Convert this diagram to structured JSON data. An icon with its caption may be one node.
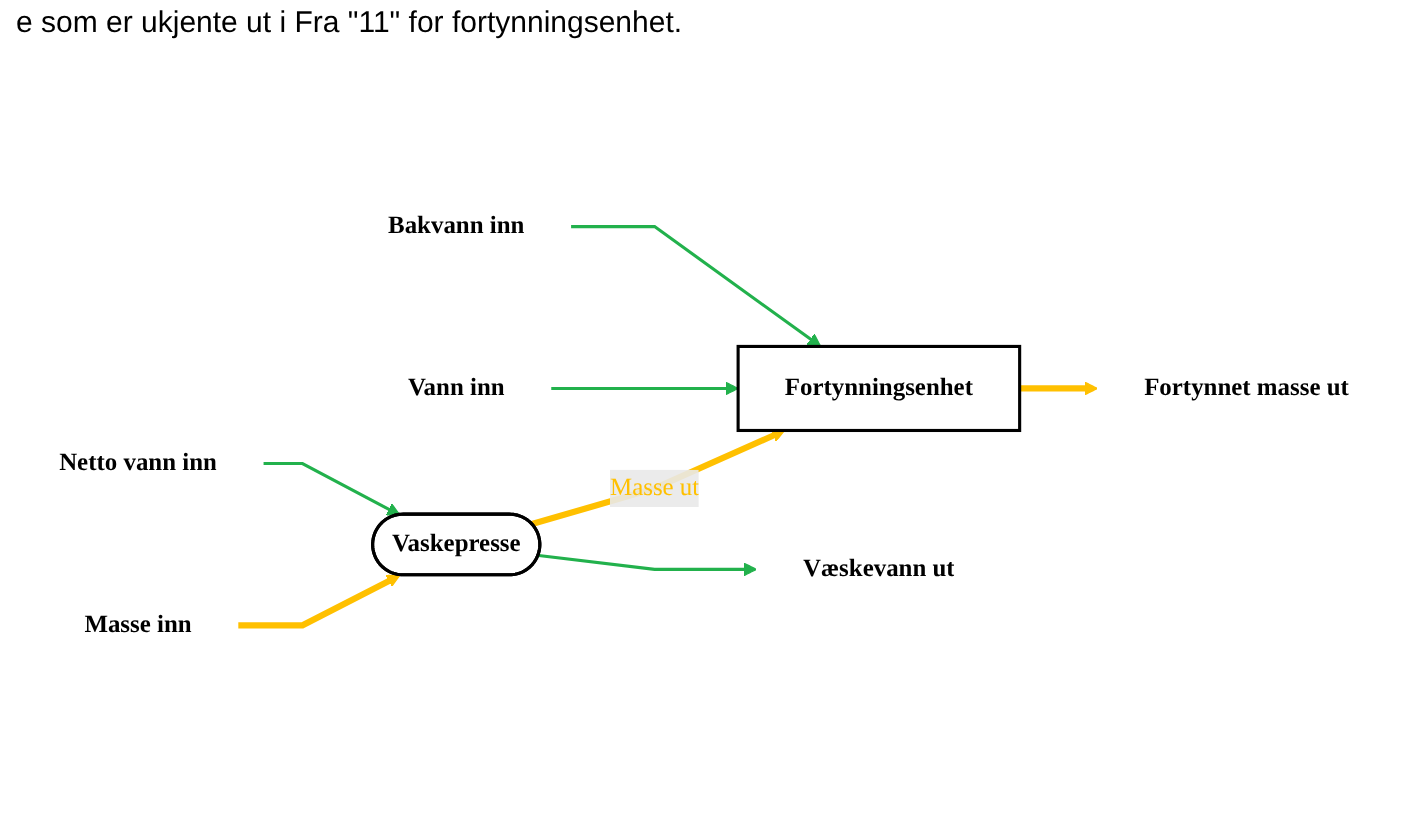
{
  "diagram": {
    "nodes": [
      {
        "text": [
          "Vaskepresse"
        ]
      },
      {
        "text": [
          "Fortynningsenhet"
        ]
      },
      {
        "text": [
          "Masse inn"
        ]
      },
      {
        "text": [
          "Væskevann ut"
        ]
      },
      {
        "text": [
          "Netto vann inn"
        ]
      },
      {
        "text": [
          "Vann inn"
        ]
      },
      {
        "text": [
          "Bakvann inn"
        ]
      },
      {
        "text": [
          "Fortynnet masse ut"
        ]
      }
    ],
    "edges": [
      {
        "from": 2,
        "to": 0,
        "arrow": "to",
        "style": "thick",
        "color": "#ffc000"
      },
      {
        "from": 0,
        "to": 1,
        "arrow": "to",
        "label": "Masse ut",
        "style": "thick",
        "color": "#ffc000"
      },
      {
        "from": 0,
        "to": 3,
        "arrow": "to"
      },
      {
        "from": 4,
        "to": 0,
        "arrow": "to"
      },
      {
        "from": 5,
        "to": 1,
        "arrow": "to"
      },
      {
        "from": 6,
        "to": 1,
        "arrow": "to"
      },
      {
        "from": 1,
        "to": 7,
        "arrow": "to",
        "style": "thick",
        "color": "#ffc000"
      }
    ],
    "labels": [
      "e som er ukjente ut i Fra \"11\" for fortynningsenhet."
    ]
  }
}
